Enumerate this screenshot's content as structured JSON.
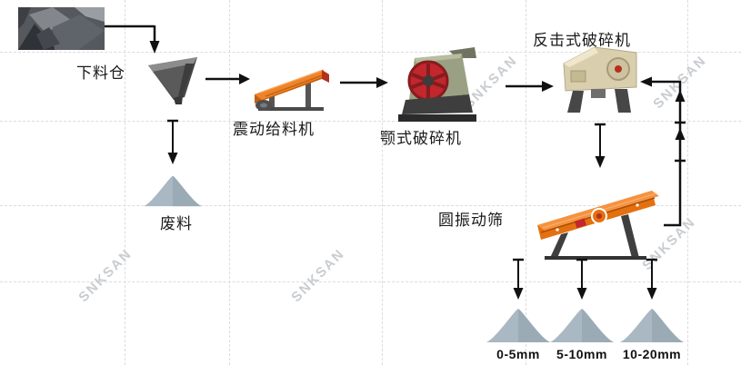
{
  "diagram": {
    "watermark": "SNKSAN",
    "nodes": {
      "hopper": {
        "label": "下料仓"
      },
      "feeder": {
        "label": "震动给料机"
      },
      "jaw_crusher": {
        "label": "颚式破碎机"
      },
      "impact_crusher": {
        "label": "反击式破碎机"
      },
      "screen": {
        "label": "圆振动筛"
      },
      "waste": {
        "label": "废料"
      }
    },
    "outputs": [
      "0-5mm",
      "5-10mm",
      "10-20mm"
    ],
    "edges": [
      {
        "from": "raw-material-photo",
        "to": "hopper"
      },
      {
        "from": "hopper",
        "to": "feeder"
      },
      {
        "from": "hopper",
        "to": "waste"
      },
      {
        "from": "feeder",
        "to": "jaw_crusher"
      },
      {
        "from": "jaw_crusher",
        "to": "impact_crusher"
      },
      {
        "from": "impact_crusher",
        "to": "screen"
      },
      {
        "from": "screen",
        "to": "impact_crusher",
        "note": "oversize return"
      },
      {
        "from": "screen",
        "to": "0-5mm"
      },
      {
        "from": "screen",
        "to": "5-10mm"
      },
      {
        "from": "screen",
        "to": "10-20mm"
      }
    ],
    "colors": {
      "machine_orange": "#ef8329",
      "machine_orange_dark": "#c25f10",
      "flywheel_red": "#c1272d",
      "jaw_body_green": "#9aa083",
      "impact_body_beige": "#d9cfae",
      "pile_gray": "#a9b8c2",
      "hopper_gray": "#474747",
      "arrow_black": "#111111",
      "watermark_gray": "#c9cdd1",
      "grid_dash_gray": "#dcdcdc",
      "background": "#ffffff"
    }
  }
}
